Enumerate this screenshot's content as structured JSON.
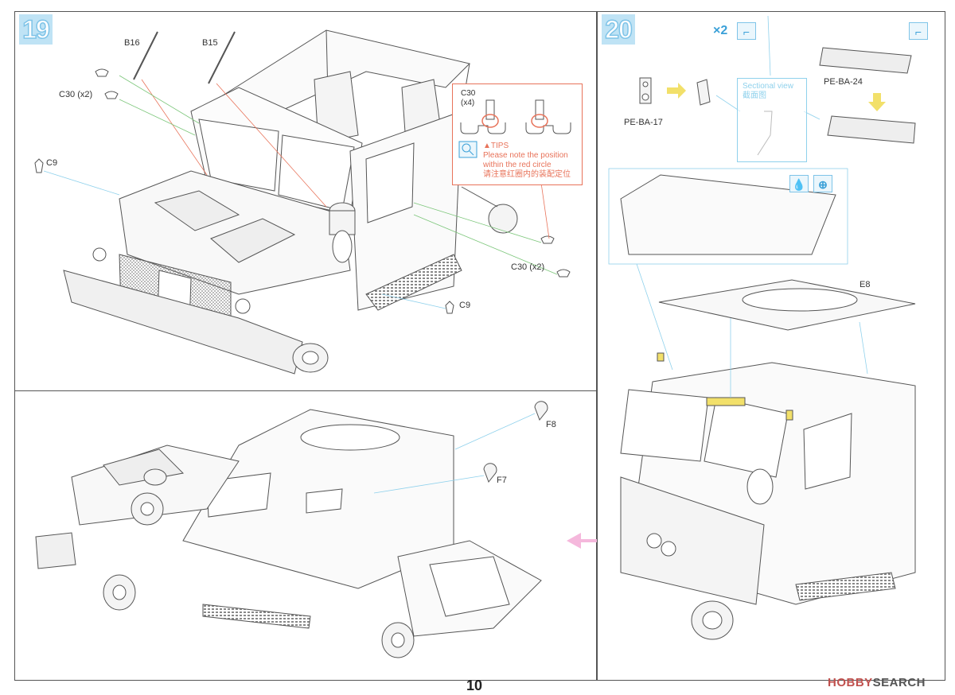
{
  "steps": {
    "step19": {
      "number": "19",
      "labels": {
        "b16": "B16",
        "b15": "B15",
        "c30_top": "C30 (x2)",
        "c9_left": "C9",
        "c30_right": "C30 (x2)",
        "c9_bottom": "C9"
      },
      "tips": {
        "part": "C30",
        "qty": "(x4)",
        "heading": "▲TIPS",
        "line1": "Please note the position",
        "line2": "within the red circle",
        "line3": "请注意红圈内的装配定位"
      }
    },
    "step20": {
      "number": "20",
      "multiplier": "×2",
      "labels": {
        "pe_ba_17": "PE-BA-17",
        "pe_ba_24": "PE-BA-24",
        "e8": "E8"
      },
      "section_view": {
        "en": "Sectional view",
        "zh": "截面图"
      }
    },
    "step21": {
      "labels": {
        "f8": "F8",
        "f7": "F7"
      }
    }
  },
  "footer": {
    "page_number": "10",
    "watermark_brand": "HOBBY",
    "watermark_rest": "SEARCH"
  },
  "colors": {
    "step_badge": "#bfe3f5",
    "guide_cyan": "#8fd1ec",
    "guide_red": "#e8735a",
    "guide_green": "#7cc67a",
    "highlight_yellow": "#f2e06a",
    "arrow_pink": "#f5b8dc"
  }
}
